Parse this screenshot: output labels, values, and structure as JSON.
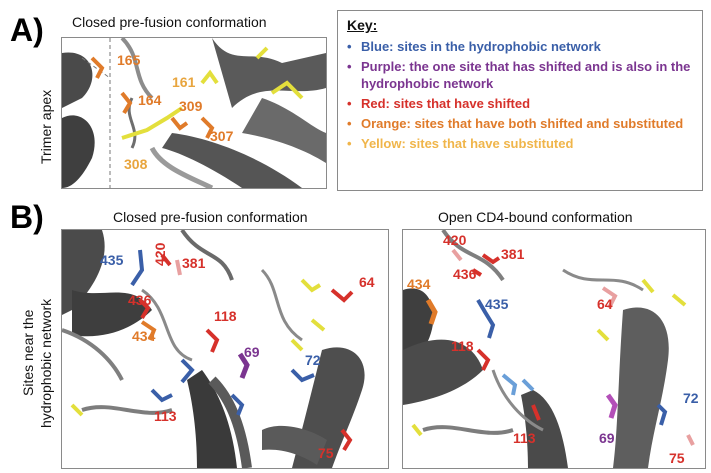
{
  "panel_a": {
    "letter": "A)",
    "caption": "Closed pre-fusion conformation",
    "side_label": "Trimer apex",
    "residues": [
      {
        "id": "r165",
        "num": "165",
        "color": "#e07b2a"
      },
      {
        "id": "r161",
        "num": "161",
        "color": "#e8a53e"
      },
      {
        "id": "r164",
        "num": "164",
        "color": "#e07b2a"
      },
      {
        "id": "r309",
        "num": "309",
        "color": "#e07b2a"
      },
      {
        "id": "r307",
        "num": "307",
        "color": "#e07b2a"
      },
      {
        "id": "r308",
        "num": "308",
        "color": "#e8a53e"
      }
    ]
  },
  "key": {
    "title": "Key:",
    "items": [
      {
        "text": "Blue: sites in the hydrophobic network",
        "color": "#3a5fa8"
      },
      {
        "text": "Purple: the one site that has shifted and is also in the hydrophobic network",
        "color": "#7b3590"
      },
      {
        "text": "Red: sites that have shifted",
        "color": "#d6312b"
      },
      {
        "text": "Orange: sites that have both shifted and substituted",
        "color": "#e07b2a"
      },
      {
        "text": "Yellow: sites that have substituted",
        "color": "#f0b54a"
      }
    ],
    "bullet": "•"
  },
  "panel_b": {
    "letter": "B)",
    "side_label_line1": "Sites near the",
    "side_label_line2": "hydrophobic network",
    "left": {
      "caption": "Closed pre-fusion conformation",
      "residues": [
        {
          "num": "435",
          "color": "#3a5fa8"
        },
        {
          "num": "420",
          "color": "#d6312b"
        },
        {
          "num": "381",
          "color": "#d6312b"
        },
        {
          "num": "436",
          "color": "#d6312b"
        },
        {
          "num": "434",
          "color": "#e07b2a"
        },
        {
          "num": "118",
          "color": "#d6312b"
        },
        {
          "num": "69",
          "color": "#7b3590"
        },
        {
          "num": "72",
          "color": "#3a5fa8"
        },
        {
          "num": "64",
          "color": "#d6312b"
        },
        {
          "num": "113",
          "color": "#d6312b"
        },
        {
          "num": "75",
          "color": "#d6312b"
        }
      ]
    },
    "right": {
      "caption": "Open CD4-bound conformation",
      "residues": [
        {
          "num": "420",
          "color": "#d6312b"
        },
        {
          "num": "381",
          "color": "#d6312b"
        },
        {
          "num": "436",
          "color": "#d6312b"
        },
        {
          "num": "434",
          "color": "#e07b2a"
        },
        {
          "num": "435",
          "color": "#3a5fa8"
        },
        {
          "num": "64",
          "color": "#d6312b"
        },
        {
          "num": "118",
          "color": "#d6312b"
        },
        {
          "num": "113",
          "color": "#d6312b"
        },
        {
          "num": "69",
          "color": "#7b3590"
        },
        {
          "num": "72",
          "color": "#3a5fa8"
        },
        {
          "num": "75",
          "color": "#d6312b"
        }
      ]
    }
  }
}
